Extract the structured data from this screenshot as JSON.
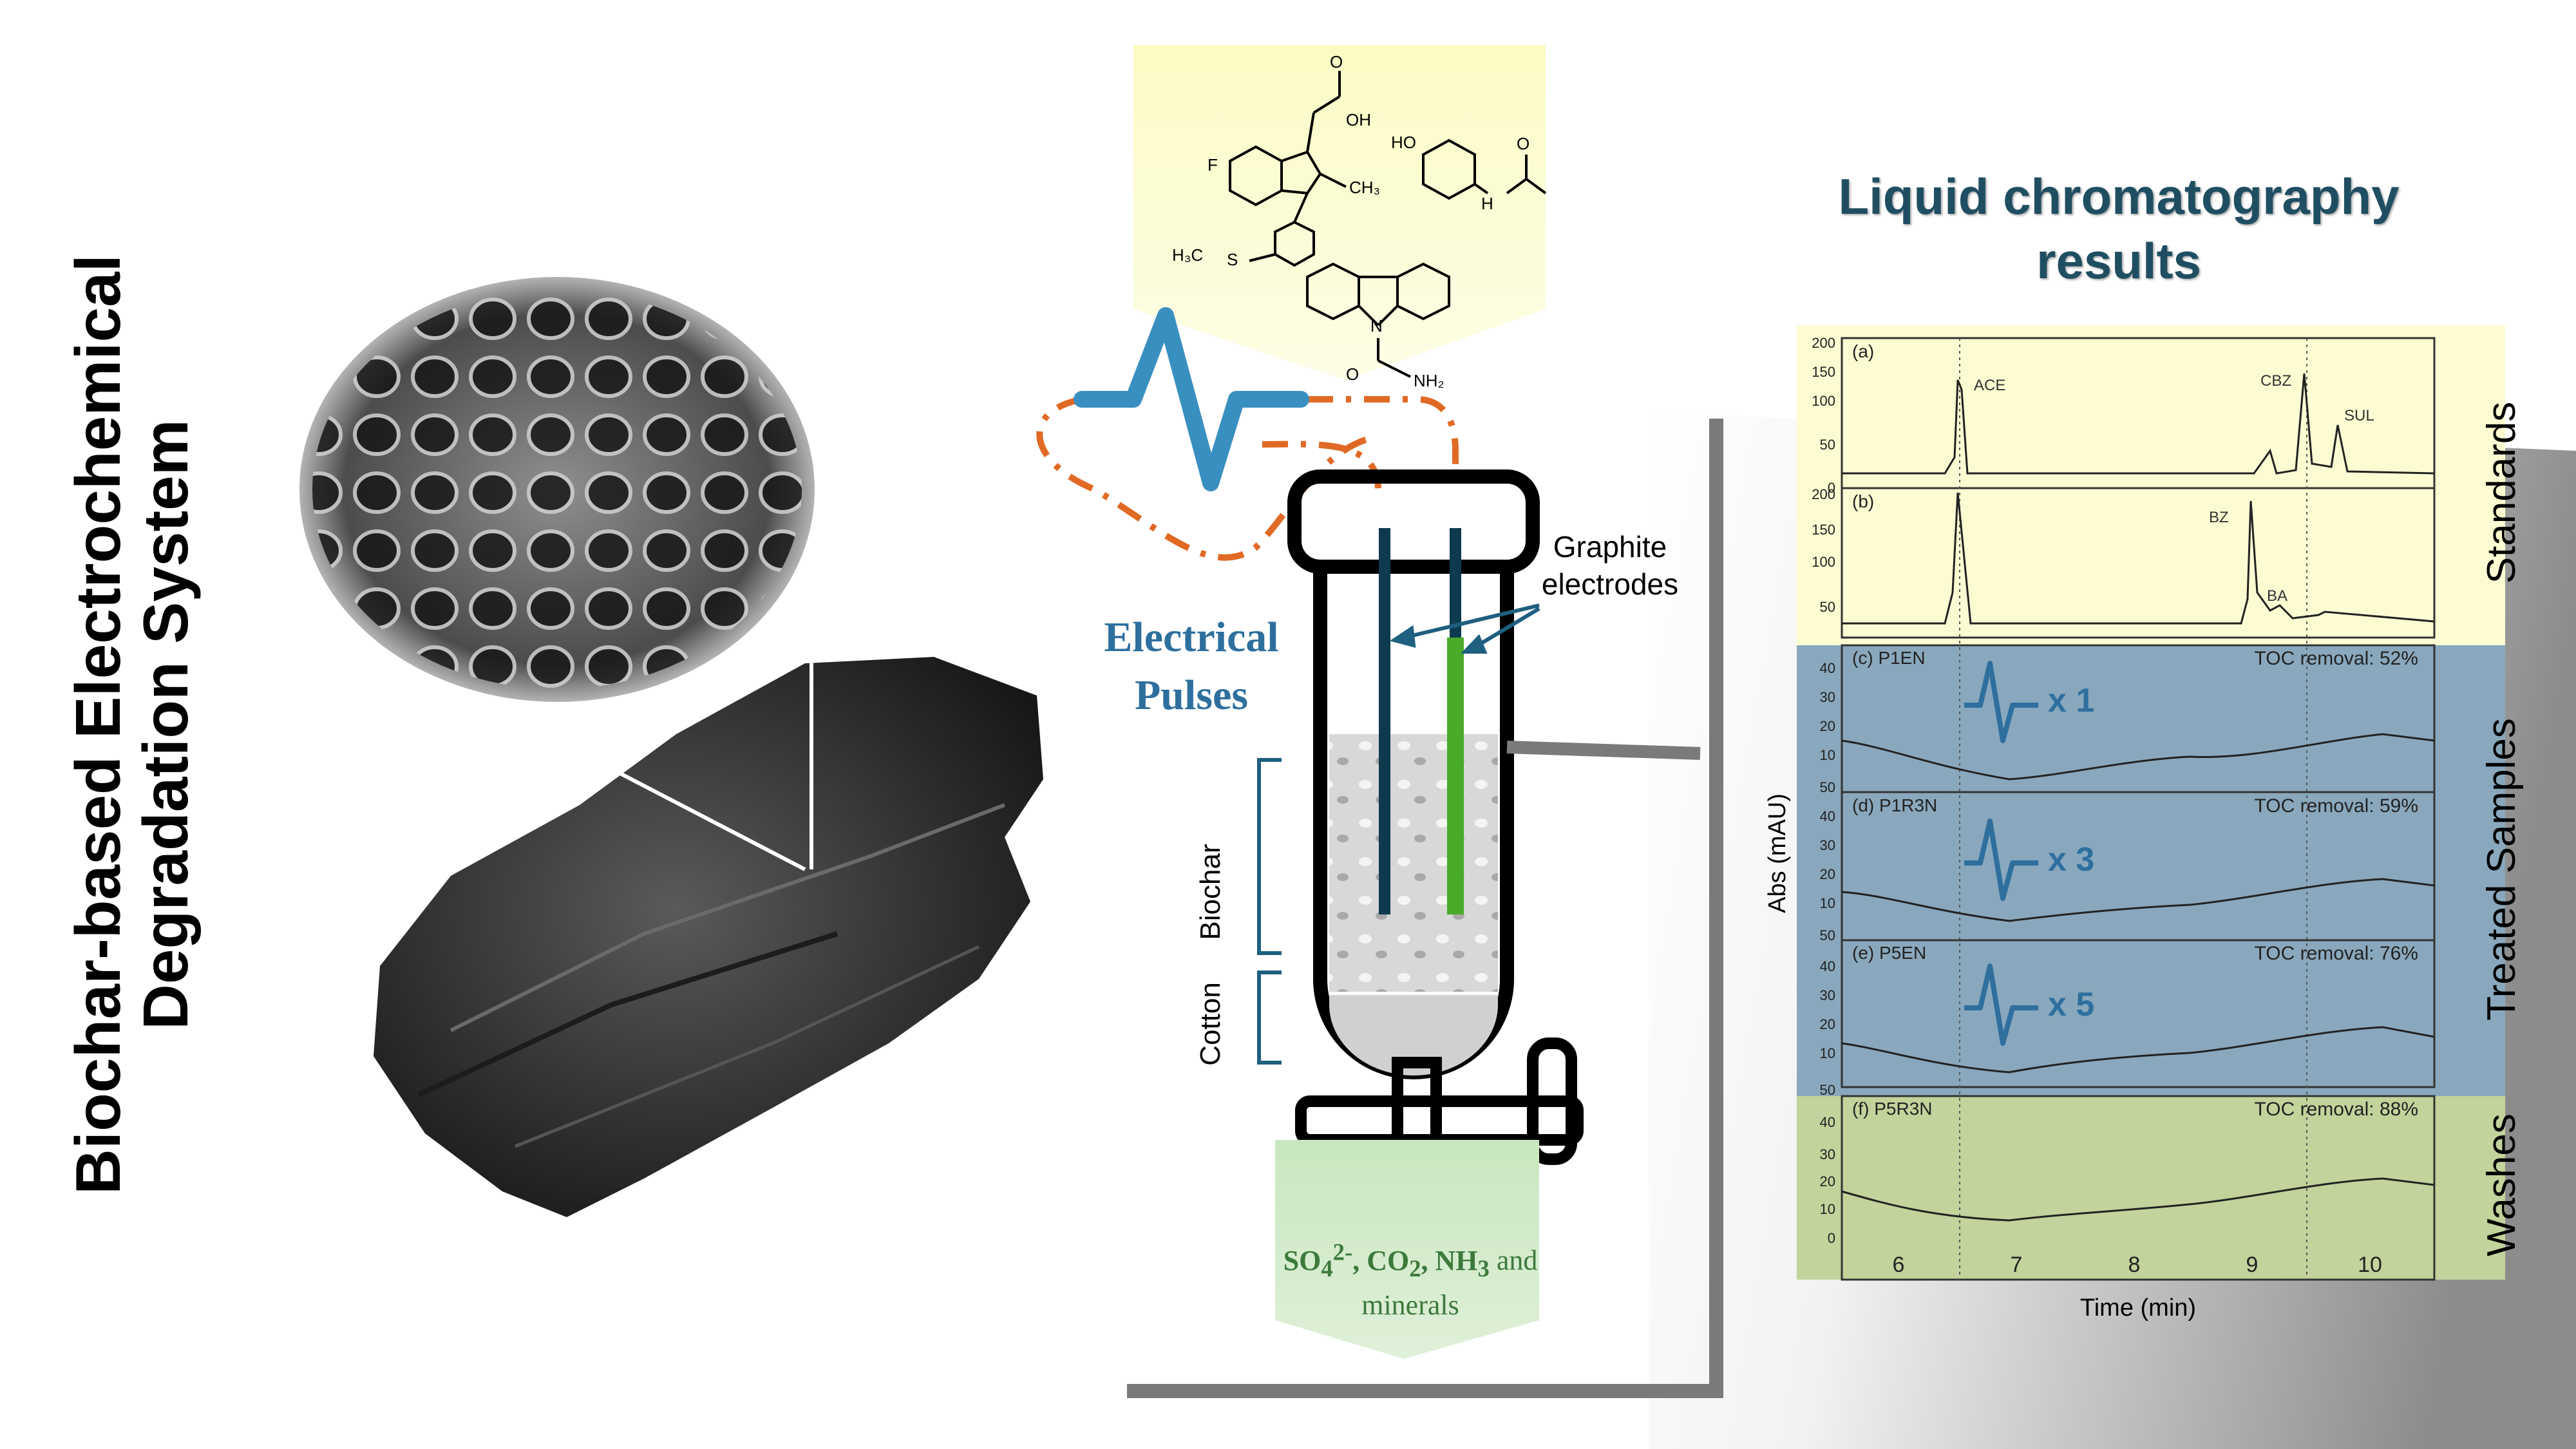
{
  "title": {
    "line1": "Biochar-based Electrochemical",
    "line2": "Degradation System"
  },
  "pulses_label": {
    "line1": "Electrical",
    "line2": "Pulses"
  },
  "electrodes_label": {
    "line1": "Graphite",
    "line2": "electrodes"
  },
  "column_labels": {
    "biochar": "Biochar",
    "cotton": "Cotton"
  },
  "products": {
    "line2": "minerals"
  },
  "molecule_labels": {
    "oh": "OH",
    "o": "O",
    "ch3": "CH₃",
    "f": "F",
    "ho": "HO",
    "h": "H",
    "n": "N",
    "h3c": "H₃C",
    "s": "S",
    "nh2": "NH₂"
  },
  "lc": {
    "title_line1": "Liquid chromatography",
    "title_line2": "results",
    "ylabel": "Abs (mAU)",
    "xlabel": "Time (min)",
    "xticks": [
      "6",
      "7",
      "8",
      "9",
      "10"
    ],
    "group_labels": {
      "standards": "Standards",
      "treated": "Treated Samples",
      "washes": "Washes"
    },
    "colors": {
      "standards": "#fdfbd2",
      "treated": "#89a8bd",
      "washes": "#c2d39b",
      "pulse": "#2e6f9e"
    },
    "panels": [
      {
        "tag": "(a)",
        "yticks": [
          "200",
          "150",
          "100",
          "50",
          "0"
        ],
        "peaks": [
          "ACE",
          "CBZ",
          "SUL"
        ]
      },
      {
        "tag": "(b)",
        "yticks": [
          "200",
          "150",
          "100",
          "50"
        ],
        "peaks": [
          "BZ",
          "BA"
        ]
      },
      {
        "tag": "(c)",
        "sample": "P1EN",
        "toc": "TOC removal: 52%",
        "mult": "x 1",
        "yticks": [
          "40",
          "30",
          "20",
          "10",
          "50"
        ]
      },
      {
        "tag": "(d)",
        "sample": "P1R3N",
        "toc": "TOC removal: 59%",
        "mult": "x 3",
        "yticks": [
          "40",
          "30",
          "20",
          "10",
          "50"
        ]
      },
      {
        "tag": "(e)",
        "sample": "P5EN",
        "toc": "TOC removal: 76%",
        "mult": "x 5",
        "yticks": [
          "40",
          "30",
          "20",
          "10",
          "50"
        ]
      },
      {
        "tag": "(f)",
        "sample": "P5R3N",
        "toc": "TOC removal: 88%",
        "yticks": [
          "40",
          "30",
          "20",
          "10",
          "0"
        ]
      }
    ]
  }
}
